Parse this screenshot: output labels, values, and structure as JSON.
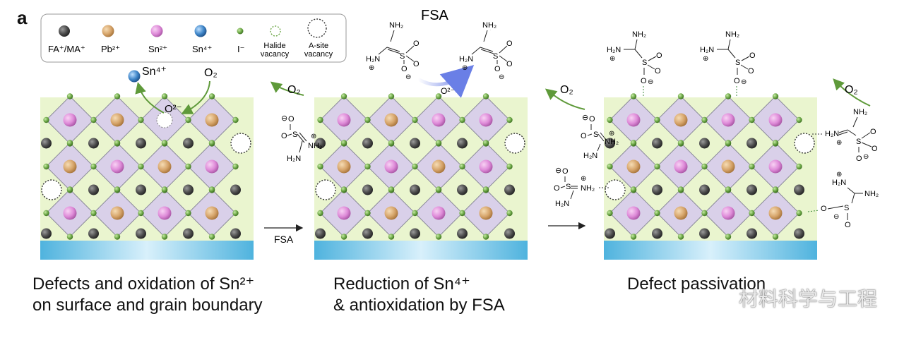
{
  "panel_label": "a",
  "legend": {
    "items": [
      {
        "label": "FA⁺/MA⁺",
        "color": "#4a4a4a"
      },
      {
        "label": "Pb²⁺",
        "color": "#d6a46a"
      },
      {
        "label": "Sn²⁺",
        "color": "#de8ad8"
      },
      {
        "label": "Sn⁴⁺",
        "color": "#3f86c9"
      },
      {
        "label": "I⁻",
        "color": "#6aa544"
      },
      {
        "label": "Halide\nvacancy",
        "color": "#6aa544"
      },
      {
        "label": "A-site\nvacancy",
        "color": "#333333"
      }
    ]
  },
  "panel1": {
    "sn4_label": "Sn⁴⁺",
    "o2_label": "O₂",
    "o2minus_label": "O²⁻",
    "caption_line1": "Defects and oxidation of Sn²⁺",
    "caption_line2": "on surface and grain boundary"
  },
  "arrow1_label": "FSA",
  "panel2": {
    "fsa_title": "FSA",
    "o2_label": "O₂",
    "o2minus_label": "O²⁻",
    "caption_line1": "Reduction of Sn⁴⁺",
    "caption_line2": "& antioxidation by FSA"
  },
  "panel3": {
    "o2_label_left": "O₂",
    "o2_label_right": "O₂",
    "caption": "Defect passivation"
  },
  "molecule_text": {
    "nh2": "NH₂",
    "h2n": "H₂N",
    "h2n_plus": "H₂N",
    "nh2_plus": "NH₂",
    "s": "S",
    "o": "O",
    "plus": "⊕",
    "minus": "⊖"
  },
  "watermark": "材料科学与工程",
  "colors": {
    "substrate": "#58b9e0",
    "background_film": "#eaf5cf",
    "octahedron": "#d9d0e9",
    "octahedron_edge": "#8c8c9a",
    "iodide": "#6aa544",
    "cation": "#4a4a4a",
    "lead": "#d6a46a",
    "tin2": "#de8ad8",
    "tin4": "#3f86c9",
    "arrow_green": "#5f9a3a",
    "arrow_blue": "#6a7fe6"
  }
}
